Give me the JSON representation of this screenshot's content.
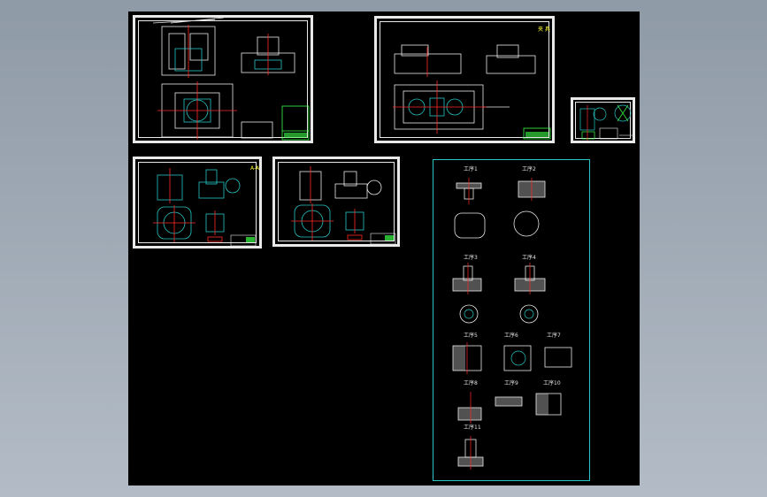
{
  "app": {
    "title": ""
  },
  "colors": {
    "canvas": "#000000",
    "outline": "#e9e9e9",
    "cyan": "#29c6c6",
    "red": "#ff2a2a",
    "green": "#3dff4a",
    "yellow": "#ffff3a",
    "magenta": "#ff4dff"
  },
  "sheets": {
    "sheet_2": {
      "note": "夹 具"
    },
    "sheet_4": {
      "note": "A-A"
    },
    "sheet_6": {
      "labels": [
        "工序1",
        "工序2",
        "工序3",
        "工序4",
        "工序5",
        "工序6",
        "工序7",
        "工序8",
        "工序9",
        "工序10",
        "工序11"
      ]
    }
  }
}
